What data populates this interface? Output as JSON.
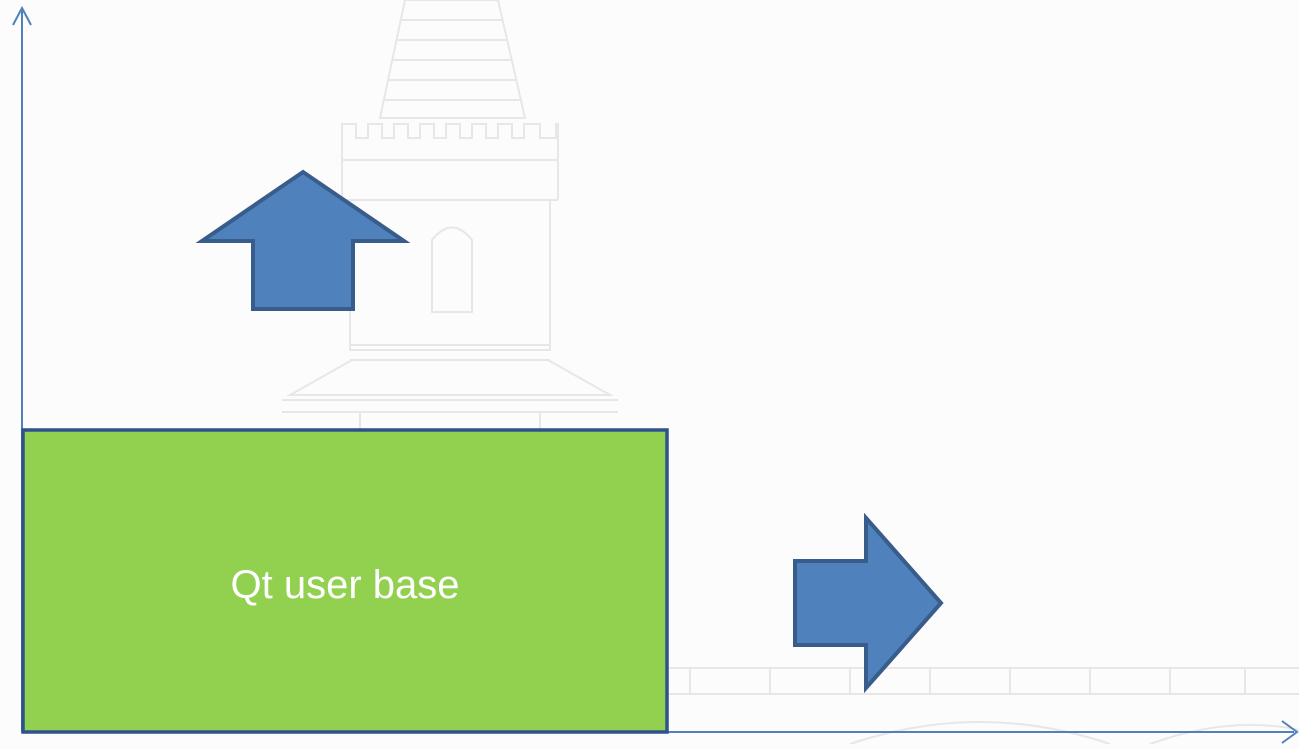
{
  "diagram": {
    "box": {
      "label": "Qt user base",
      "fill": "#92d050",
      "stroke": "#2f528f"
    },
    "arrows": {
      "fill": "#4f81bd",
      "stroke": "#385d8a",
      "up": {
        "direction": "up"
      },
      "right": {
        "direction": "right"
      }
    },
    "axes": {
      "color": "#4f81bd",
      "vertical": {
        "direction": "up"
      },
      "horizontal": {
        "direction": "right"
      }
    },
    "background": {
      "color": "#fcfcfc",
      "watermark": "tower-illustration",
      "watermark_color": "#e9e9e9"
    }
  }
}
